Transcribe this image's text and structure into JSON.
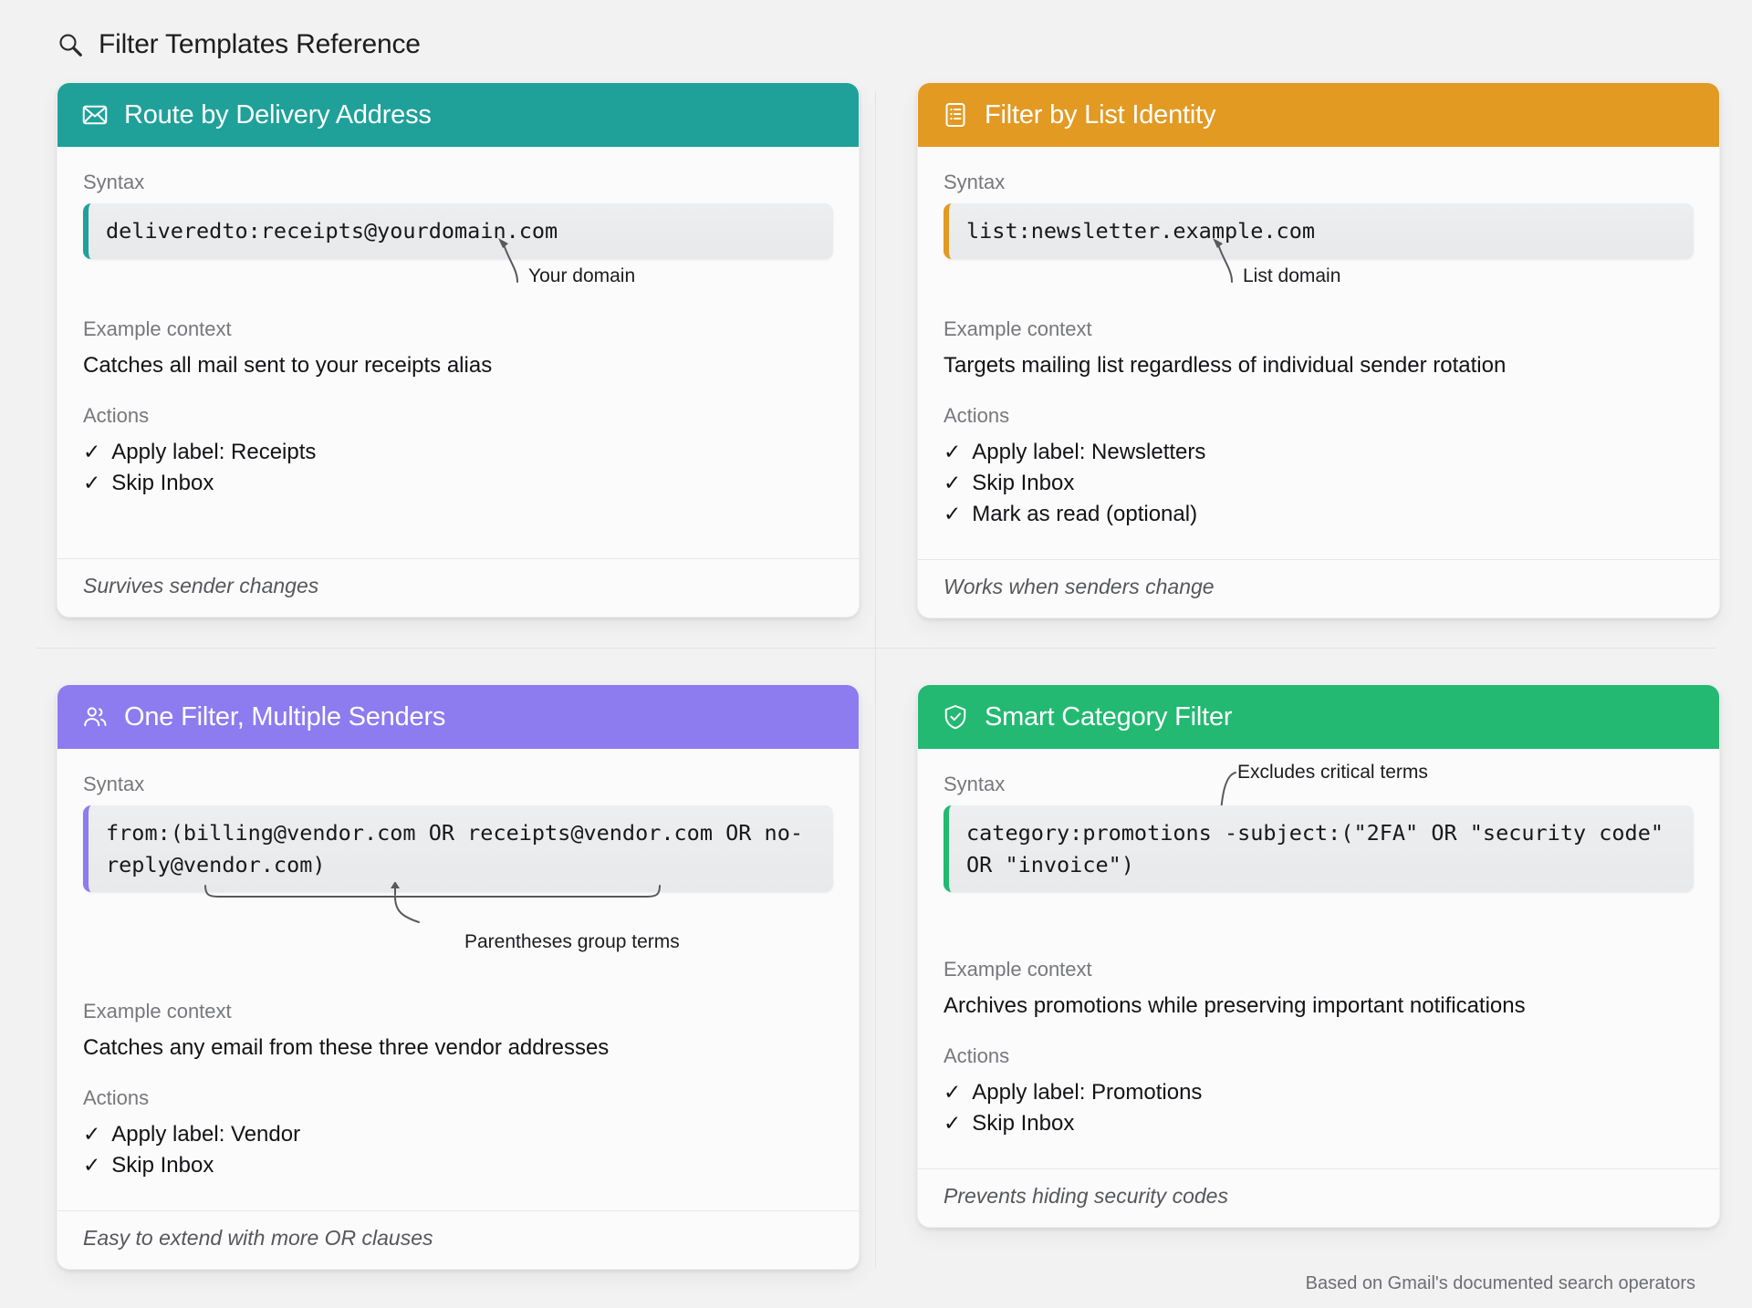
{
  "page": {
    "title": "Filter Templates Reference",
    "search_icon": "search-icon",
    "caption": "Based on Gmail's documented search operators"
  },
  "labels": {
    "syntax": "Syntax",
    "example_context": "Example context",
    "actions": "Actions",
    "check_glyph": "✓"
  },
  "colors": {
    "card1_accent": "#1fa19a",
    "card2_accent": "#e29a22",
    "card3_accent": "#8d7bf0",
    "card4_accent": "#23b972",
    "page_background": "#f2f2f2",
    "card_background": "#fbfbfc",
    "code_background": "#eceef0"
  },
  "cards": [
    {
      "id": "route-by-delivery-address",
      "icon": "envelope-icon",
      "title": "Route by Delivery Address",
      "accent": "#1fa19a",
      "syntax": "deliveredto:receipts@yourdomain.com",
      "annotation": "Your domain",
      "context": "Catches all mail sent to your receipts alias",
      "actions": [
        "Apply label: Receipts",
        "Skip Inbox"
      ],
      "footer": "Survives sender changes"
    },
    {
      "id": "filter-by-list-identity",
      "icon": "list-document-icon",
      "title": "Filter by List Identity",
      "accent": "#e29a22",
      "syntax": "list:newsletter.example.com",
      "annotation": "List domain",
      "context": "Targets mailing list regardless of individual sender rotation",
      "actions": [
        "Apply label: Newsletters",
        "Skip Inbox",
        "Mark as read (optional)"
      ],
      "footer": "Works when senders change"
    },
    {
      "id": "one-filter-multiple-senders",
      "icon": "people-icon",
      "title": "One Filter, Multiple Senders",
      "accent": "#8d7bf0",
      "syntax": "from:(billing@vendor.com OR receipts@vendor.com OR no-reply@vendor.com)",
      "annotation": "Parentheses group terms",
      "context": "Catches any email from these three vendor addresses",
      "actions": [
        "Apply label: Vendor",
        "Skip Inbox"
      ],
      "footer": "Easy to extend with more OR clauses"
    },
    {
      "id": "smart-category-filter",
      "icon": "shield-check-icon",
      "title": "Smart Category Filter",
      "accent": "#23b972",
      "syntax": "category:promotions -subject:(\"2FA\" OR \"security code\" OR \"invoice\")",
      "annotation": "Excludes critical terms",
      "context": "Archives promotions while preserving important notifications",
      "actions": [
        "Apply label: Promotions",
        "Skip Inbox"
      ],
      "footer": "Prevents hiding security codes"
    }
  ]
}
